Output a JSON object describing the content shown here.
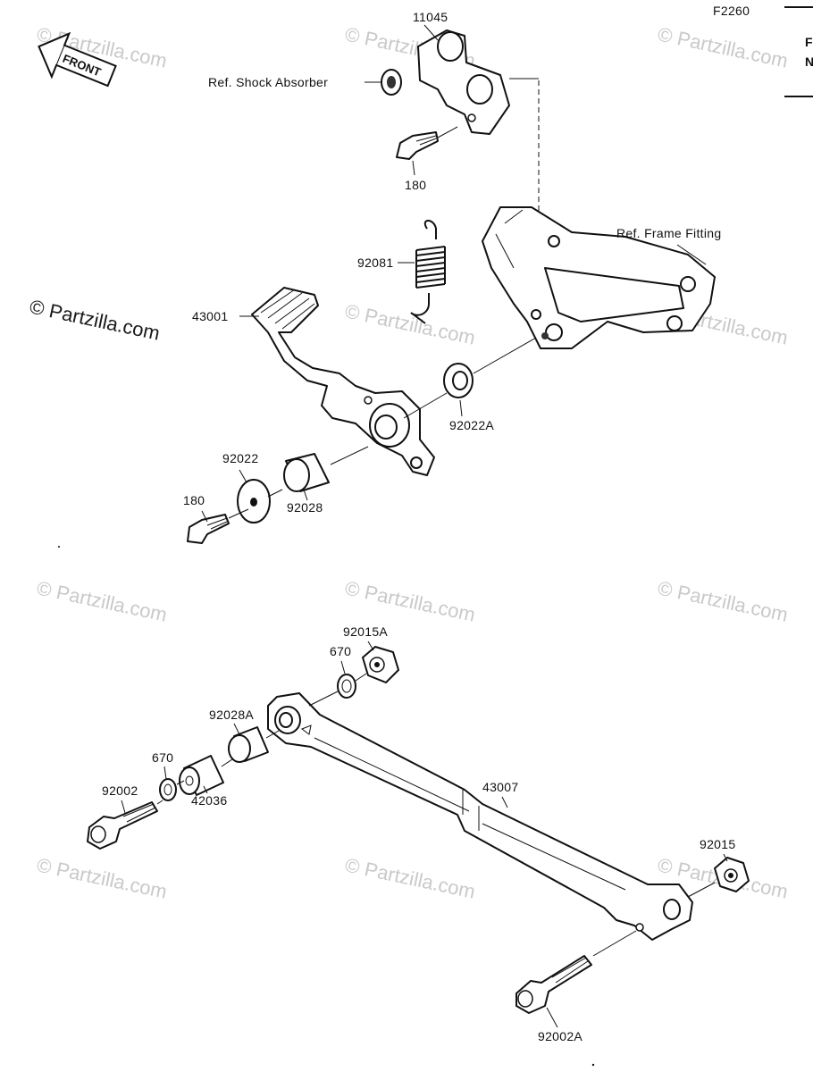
{
  "figure_code": "F2260",
  "edge_fragment": [
    "F",
    "N"
  ],
  "front_arrow_label": "FRONT",
  "watermarks": {
    "main": "© Partzilla.com",
    "faint": "© Partzilla.com"
  },
  "labels": {
    "l11045": "11045",
    "ref_shock": "Ref. Shock Absorber",
    "l180_top": "180",
    "ref_frame": "Ref. Frame Fitting",
    "l92081": "92081",
    "l43001": "43001",
    "l92022a": "92022A",
    "l92022": "92022",
    "l180_bottom": "180",
    "l92028": "92028",
    "l92015a": "92015A",
    "l670_top": "670",
    "l92028a": "92028A",
    "l670_bottom": "670",
    "l92002": "92002",
    "l42036": "42036",
    "l43007": "43007",
    "l92015": "92015",
    "l92002a": "92002A"
  },
  "colors": {
    "line": "#111111",
    "watermark": "#c9c9c9"
  }
}
